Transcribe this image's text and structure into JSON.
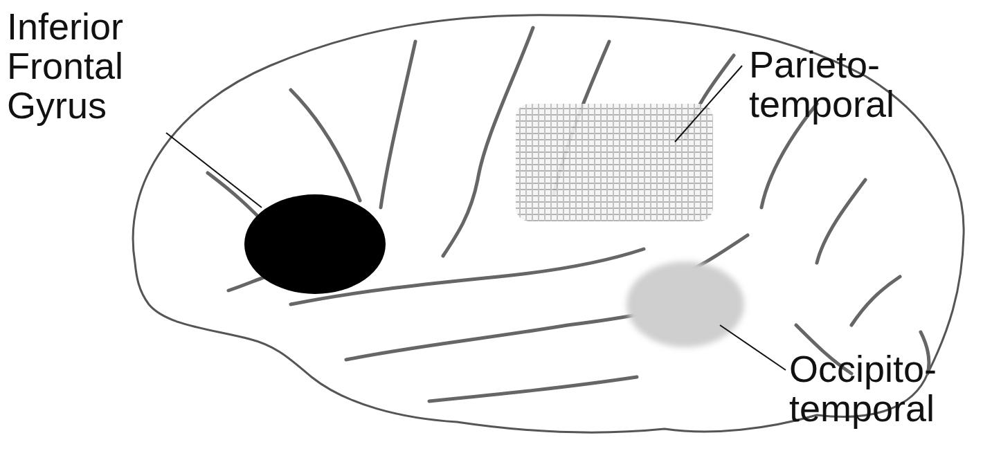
{
  "diagram": {
    "labels": [
      "Inferior Frontal Gyrus",
      "Parieto- temporal",
      "Occipito- temporal"
    ]
  }
}
